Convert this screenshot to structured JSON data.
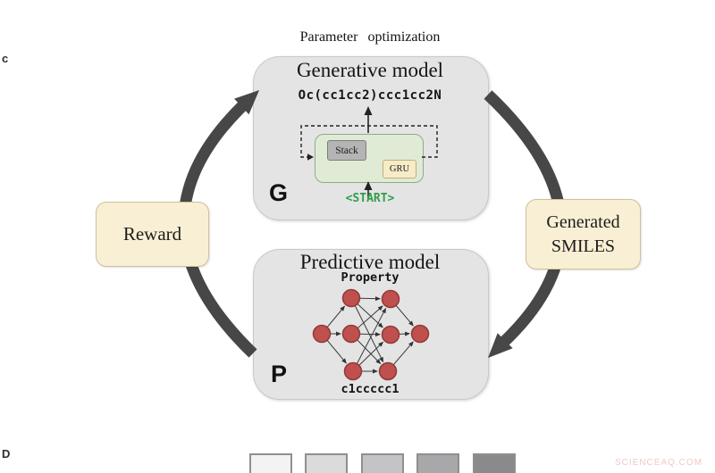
{
  "panels": {
    "top_label": "c",
    "bottom_label": "D"
  },
  "header": {
    "caption": "Parameter optimization"
  },
  "generative_model": {
    "title": "Generative model",
    "output_smiles": "Oc(cc1cc2)ccc1cc2N",
    "letter": "G",
    "stack_label": "Stack",
    "gru_label": "GRU",
    "start_token": "<START>"
  },
  "predictive_model": {
    "title": "Predictive model",
    "output_label": "Property",
    "letter": "P",
    "input_smiles": "c1ccccc1"
  },
  "reward": {
    "label": "Reward"
  },
  "generated_smiles": {
    "lines": [
      "Generated",
      "SMILES"
    ]
  },
  "gradient_squares": {
    "colors": [
      "#f3f3f3",
      "#dbdbdb",
      "#c4c4c6",
      "#a8a8aa",
      "#8a8a8c"
    ]
  },
  "watermark": {
    "text": "SCIENCEAQ.COM"
  },
  "colors": {
    "cycle_arrow": "#474747",
    "model_box_fill": "#e4e4e4",
    "cream_box_fill": "#f9efd4",
    "rnn_cell_fill": "#e0ebd6",
    "stack_fill": "#b4b4b4",
    "gru_fill": "#f7ecc8",
    "node_red": "#c0504d",
    "start_green": "#2f9e48"
  }
}
